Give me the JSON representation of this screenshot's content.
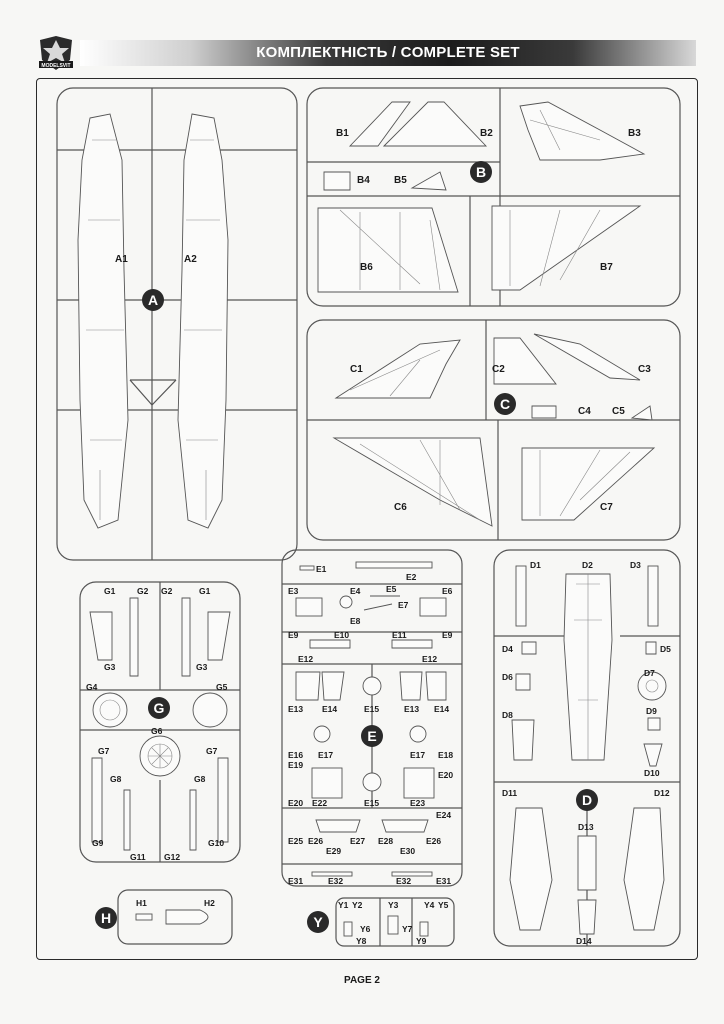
{
  "header": {
    "title": "КОМПЛЕКТНІСТЬ / COMPLETE SET",
    "logo_text": "MODELSVIT"
  },
  "footer": {
    "page": "PAGE 2"
  },
  "sprues": {
    "A": {
      "badge": "A",
      "labels": [
        "A1",
        "A2"
      ]
    },
    "B": {
      "badge": "B",
      "labels": [
        "B1",
        "B2",
        "B3",
        "B4",
        "B5",
        "B6",
        "B7"
      ]
    },
    "C": {
      "badge": "C",
      "labels": [
        "C1",
        "C2",
        "C3",
        "C4",
        "C5",
        "C6",
        "C7"
      ]
    },
    "G": {
      "badge": "G",
      "labels": [
        "G1",
        "G2",
        "G2",
        "G1",
        "G3",
        "G3",
        "G4",
        "G5",
        "G6",
        "G7",
        "G7",
        "G8",
        "G8",
        "G9",
        "G11",
        "G12",
        "G10"
      ]
    },
    "E": {
      "badge": "E",
      "labels": [
        "E1",
        "E2",
        "E3",
        "E4",
        "E5",
        "E6",
        "E7",
        "E8",
        "E9",
        "E10",
        "E11",
        "E9",
        "E12",
        "E12",
        "E13",
        "E14",
        "E15",
        "E13",
        "E14",
        "E16",
        "E17",
        "E17",
        "E18",
        "E19",
        "E20",
        "E20",
        "E22",
        "E15",
        "E23",
        "E24",
        "E25",
        "E26",
        "E27",
        "E28",
        "E26",
        "E29",
        "E30",
        "E31",
        "E32",
        "E32",
        "E31"
      ]
    },
    "D": {
      "badge": "D",
      "labels": [
        "D1",
        "D2",
        "D3",
        "D4",
        "D5",
        "D6",
        "D7",
        "D8",
        "D9",
        "D10",
        "D11",
        "D12",
        "D13",
        "D14"
      ]
    },
    "H": {
      "badge": "H",
      "labels": [
        "H1",
        "H2"
      ]
    },
    "Y": {
      "badge": "Y",
      "labels": [
        "Y1",
        "Y2",
        "Y3",
        "Y4",
        "Y5",
        "Y6",
        "Y7",
        "Y8",
        "Y9"
      ]
    }
  }
}
